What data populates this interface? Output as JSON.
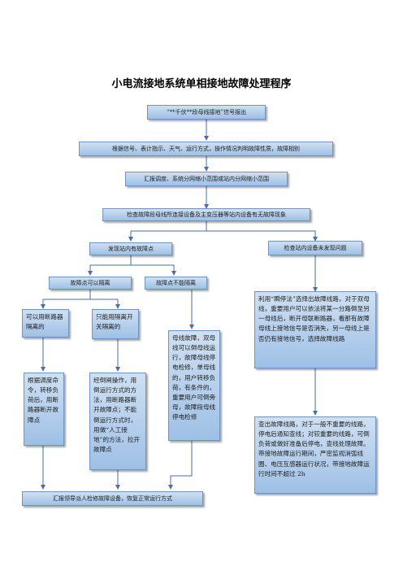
{
  "title": "小电流接地系统单相接地故障处理程序",
  "nodes": {
    "n1": "“**千伏**段母线接地”信号报出",
    "n2": "根据信号、表计指示、天气、运行方式，操作情况判明故障性质，故障相别",
    "n3": "汇报调度、系统分网缩小范围或站内分网缩小范围",
    "n4": "检查故障段母线所连接设备及主变压器等站内设备有无故障现象",
    "n5": "发现站内有故障点",
    "n6": "检查站内设备未发现问题",
    "n7": "故障点可以隔离",
    "n8": "故障点不能隔离",
    "n9": "利用“瞬停法”选择出故障线路，对于双母线，重要用户可以依法将某一分路倒至另一母线后，断开母联断路器，看那有故障母线上接地信号是否消失，另一母线上是否仍有接地信号，选择故障线路",
    "n10": "可以用断路器隔离的",
    "n11": "只能用隔离开关隔离的",
    "n12": "母线故障，双母线可以倒母线运行，故障母线停电检修，单母线的，用户转移负荷，有条件的，重要用户可倒旁母，故障段母线停电检修",
    "n13": "根据调度命令，转移负荷后，用断路器断开故障点",
    "n14": "经倒闸操作，用倒运行方式的方法，用断路器断开故障点；不能倒运行方式时，用做“人工接地”的方法，拉开故障点",
    "n15": "查出故障线路，对于一般不重要的线路，停电后通知查线；对较重要的线路，可倒负荷或做好准备后停电，查线处理故障。带接地故障运行期间，严密监视消弧线圈、电压互感器运行状况，带接地故障运行时间不超过 2h",
    "n16": "汇报领导派人检修故障设备，恢复正常运行方式"
  }
}
